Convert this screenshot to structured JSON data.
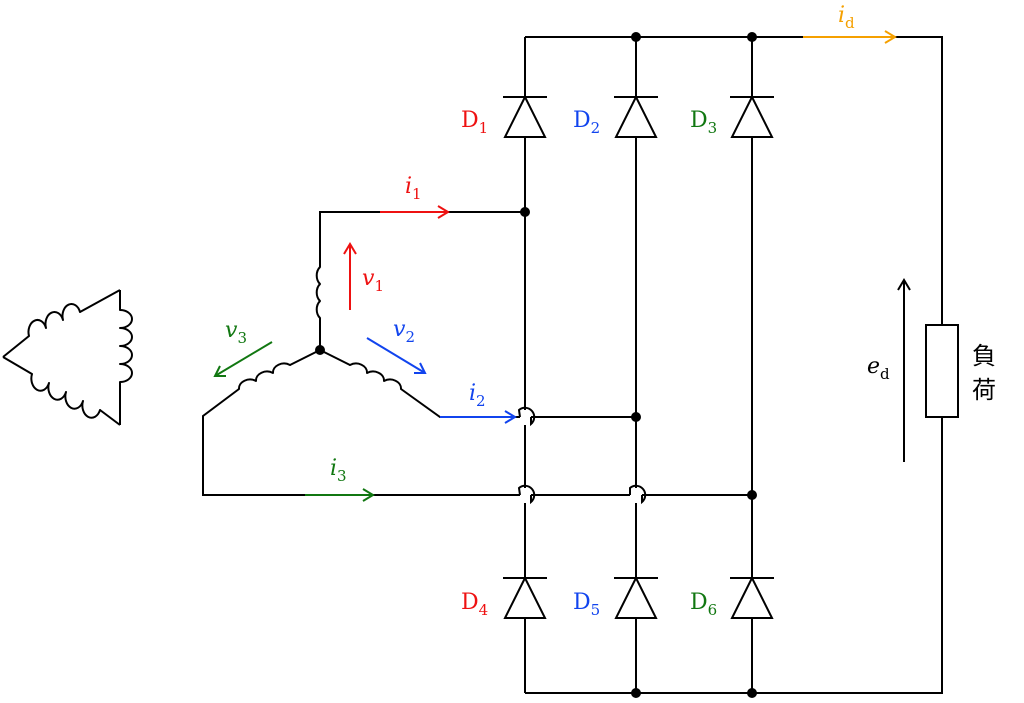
{
  "colors": {
    "phase1": "#ee1111",
    "phase2": "#1144ee",
    "phase3": "#117711",
    "dc_current": "#f5a000",
    "wire": "#000000"
  },
  "diodes": [
    {
      "letter": "D",
      "sub": "1",
      "color": "#ee1111"
    },
    {
      "letter": "D",
      "sub": "2",
      "color": "#1144ee"
    },
    {
      "letter": "D",
      "sub": "3",
      "color": "#117711"
    },
    {
      "letter": "D",
      "sub": "4",
      "color": "#ee1111"
    },
    {
      "letter": "D",
      "sub": "5",
      "color": "#1144ee"
    },
    {
      "letter": "D",
      "sub": "6",
      "color": "#117711"
    }
  ],
  "currents": [
    {
      "letter": "i",
      "sub": "1",
      "color": "#ee1111"
    },
    {
      "letter": "i",
      "sub": "2",
      "color": "#1144ee"
    },
    {
      "letter": "i",
      "sub": "3",
      "color": "#117711"
    },
    {
      "letter": "i",
      "sub": "d",
      "color": "#f5a000"
    }
  ],
  "voltages": [
    {
      "letter": "v",
      "sub": "1",
      "color": "#ee1111"
    },
    {
      "letter": "v",
      "sub": "2",
      "color": "#1144ee"
    },
    {
      "letter": "v",
      "sub": "3",
      "color": "#117711"
    },
    {
      "letter": "e",
      "sub": "d",
      "color": "#000000"
    }
  ],
  "load": {
    "label_top": "負",
    "label_bottom": "荷"
  },
  "icons": {
    "delta_winding": "delta-winding-icon",
    "star_winding": "star-winding-icon",
    "diode": "diode-icon",
    "resistor": "load-resistor-icon",
    "crossover": "wire-crossover-icon"
  }
}
